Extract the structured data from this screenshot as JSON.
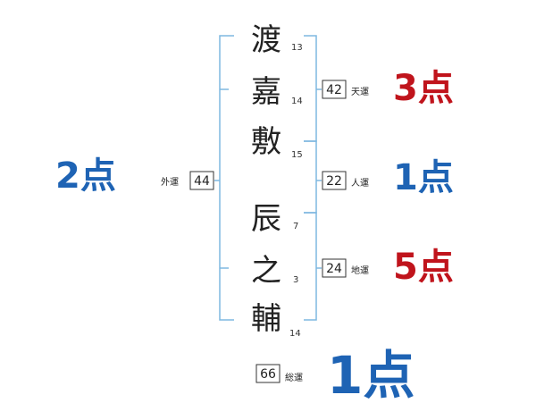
{
  "name_chars": [
    {
      "char": "渡",
      "strokes": "13"
    },
    {
      "char": "嘉",
      "strokes": "14"
    },
    {
      "char": "敷",
      "strokes": "15"
    },
    {
      "char": "辰",
      "strokes": "7"
    },
    {
      "char": "之",
      "strokes": "3"
    },
    {
      "char": "輔",
      "strokes": "14"
    }
  ],
  "fortunes": {
    "tenkaku": {
      "label": "天運",
      "value": "42",
      "score": "3点",
      "color": "#c0141c"
    },
    "jinkaku": {
      "label": "人運",
      "value": "22",
      "score": "1点",
      "color": "#1e63b4"
    },
    "chikaku": {
      "label": "地運",
      "value": "24",
      "score": "5点",
      "color": "#c0141c"
    },
    "gaikaku": {
      "label": "外運",
      "value": "44",
      "score": "2点",
      "color": "#1e63b4"
    },
    "soukaku": {
      "label": "総運",
      "value": "66",
      "score": "1点",
      "color": "#1e63b4"
    }
  },
  "colors": {
    "bracket": "#7fb8e0",
    "box_border": "#333333"
  }
}
